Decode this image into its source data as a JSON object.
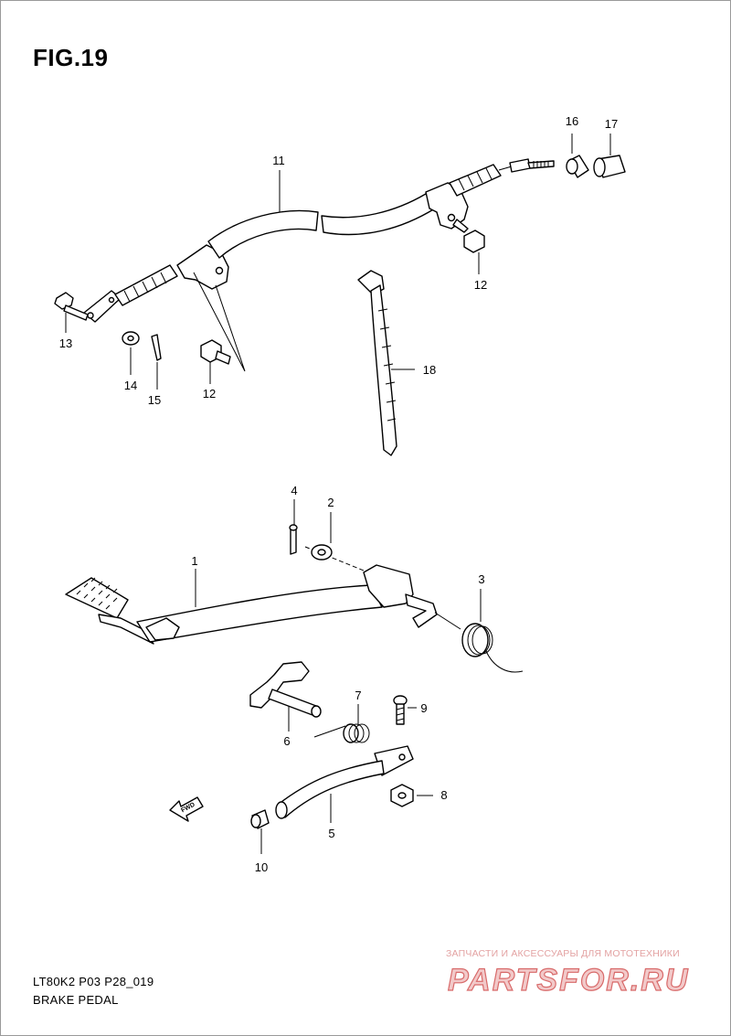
{
  "figure": {
    "title": "FIG.19"
  },
  "footer": {
    "code": "LT80K2 P03 P28_019",
    "title": "BRAKE PEDAL"
  },
  "watermark": {
    "tagline": "ЗАПЧАСТИ И АКСЕССУАРЫ ДЛЯ МОТОТЕХНИКИ",
    "logo_text": "PARTSFOR.RU",
    "color": "#e08080"
  },
  "callouts": {
    "c1": "1",
    "c2": "2",
    "c3": "3",
    "c4": "4",
    "c5": "5",
    "c6": "6",
    "c7": "7",
    "c8": "8",
    "c9": "9",
    "c10": "10",
    "c11": "11",
    "c12a": "12",
    "c12b": "12",
    "c13": "13",
    "c14": "14",
    "c15": "15",
    "c16": "16",
    "c17": "17",
    "c18": "18"
  },
  "direction_marker": {
    "label": "FWD",
    "icon": "forward-arrow-icon"
  }
}
